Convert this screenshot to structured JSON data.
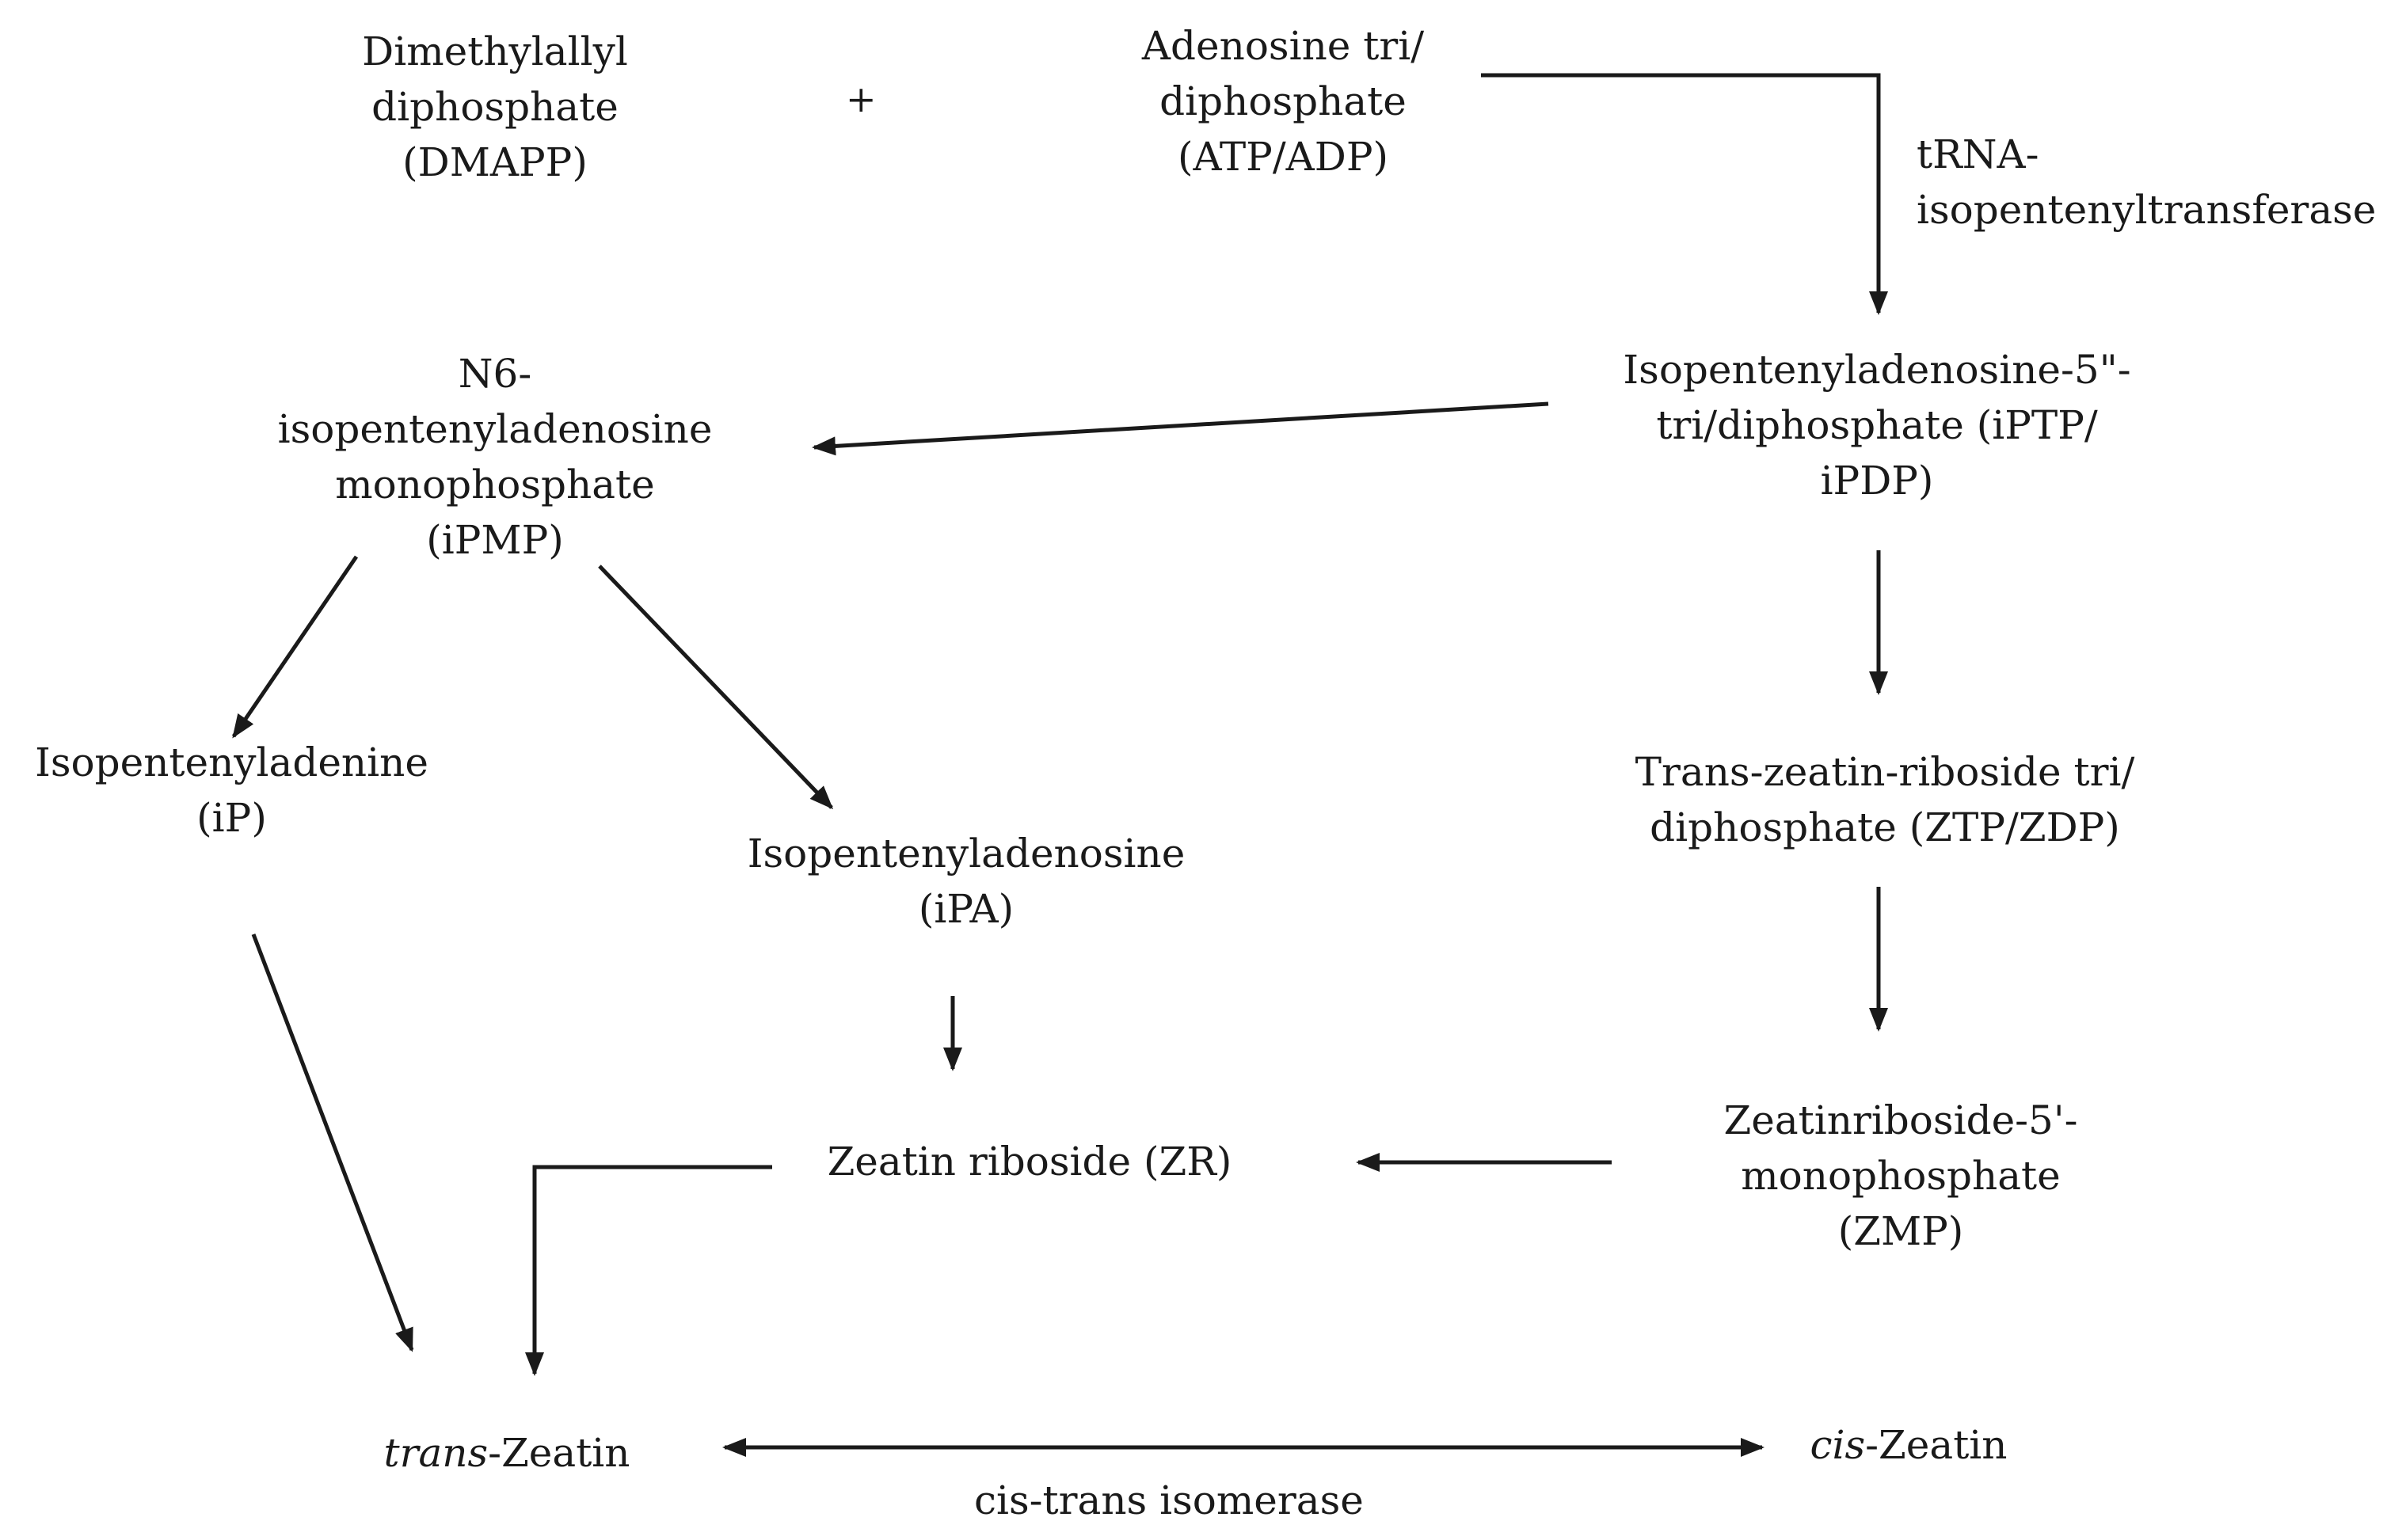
{
  "nodes": {
    "dmapp": [
      "Dimethylallyl",
      "diphosphate",
      "(DMAPP)"
    ],
    "atp": [
      "Adenosine tri/",
      "diphosphate",
      "(ATP/ADP)"
    ],
    "iptp": [
      "Isopentenyladenosine-5\"-",
      "tri/diphosphate (iPTP/",
      "iPDP)"
    ],
    "ipmp": [
      "N6-",
      "isopentenyladenosine",
      "monophosphate",
      "(iPMP)"
    ],
    "ip": [
      "Isopentenyladenine",
      "(iP)"
    ],
    "ipa": [
      "Isopentenyladenosine",
      "(iPA)"
    ],
    "ztp": [
      "Trans-zeatin-riboside tri/",
      "diphosphate (ZTP/ZDP)"
    ],
    "zr": [
      "Zeatin riboside (ZR)"
    ],
    "zmp": [
      "Zeatinriboside-5'-",
      "monophosphate",
      "(ZMP)"
    ],
    "trans_zeatin": {
      "prefix": "trans",
      "suffix": "-Zeatin"
    },
    "cis_zeatin": {
      "prefix": "cis",
      "suffix": "-Zeatin"
    }
  },
  "operators": {
    "plus": "+"
  },
  "enzymes": {
    "trna_ipt": [
      "tRNA-",
      "isopentenyltransferase"
    ],
    "isomerase": "cis-trans isomerase"
  }
}
